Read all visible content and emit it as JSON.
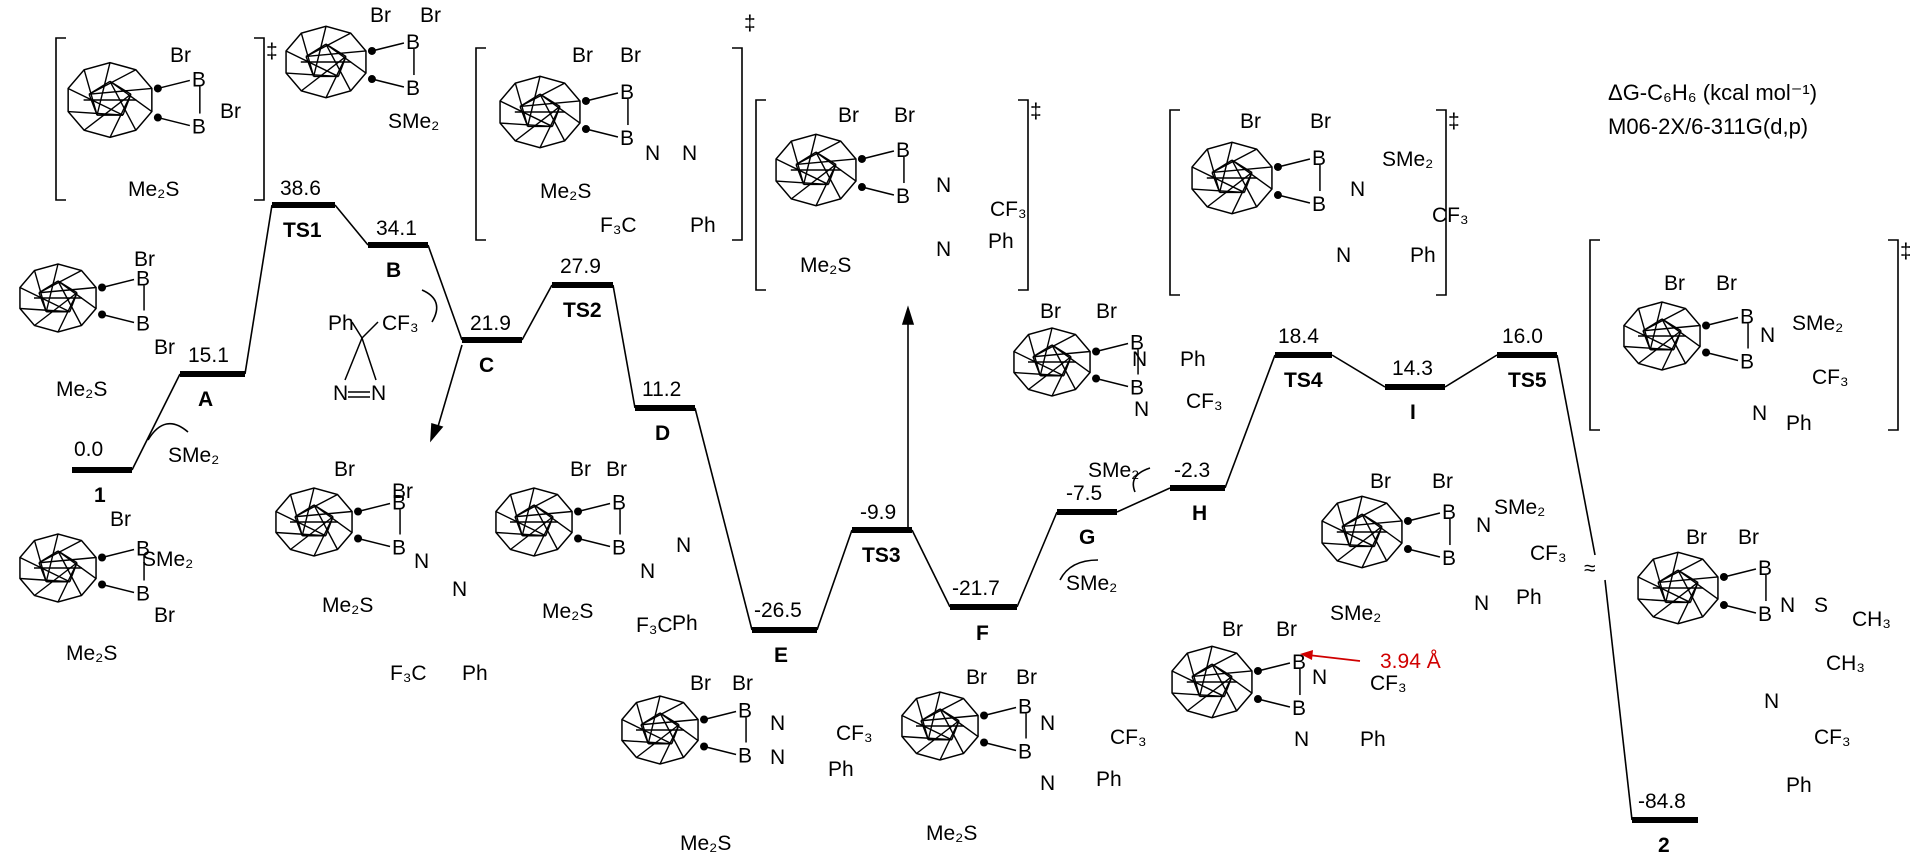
{
  "header": {
    "method_line1": "ΔG-C₆H₆ (kcal mol⁻¹)",
    "method_line2": "M06-2X/6-311G(d,p)"
  },
  "levels": [
    {
      "name": "1",
      "energy": "0.0"
    },
    {
      "name": "A",
      "energy": "15.1"
    },
    {
      "name": "TS1",
      "energy": "38.6"
    },
    {
      "name": "B",
      "energy": "34.1"
    },
    {
      "name": "C",
      "energy": "21.9"
    },
    {
      "name": "TS2",
      "energy": "27.9"
    },
    {
      "name": "D",
      "energy": "11.2"
    },
    {
      "name": "E",
      "energy": "-26.5"
    },
    {
      "name": "TS3",
      "energy": "-9.9"
    },
    {
      "name": "F",
      "energy": "-21.7"
    },
    {
      "name": "G",
      "energy": "-7.5"
    },
    {
      "name": "H",
      "energy": "-2.3"
    },
    {
      "name": "TS4",
      "energy": "18.4"
    },
    {
      "name": "I",
      "energy": "14.3"
    },
    {
      "name": "TS5",
      "energy": "16.0"
    },
    {
      "name": "2",
      "energy": "-84.8"
    }
  ],
  "reagents": {
    "sme2_1": "SMe₂",
    "sme2_2": "SMe₂",
    "sme2_3": "SMe₂",
    "sme2_4": "SMe₂"
  },
  "atoms": {
    "br": "Br",
    "b": "B",
    "n": "N",
    "ph": "Ph",
    "cf3": "CF₃",
    "f3c": "F₃C",
    "me2s": "Me₂S",
    "sme2": "SMe₂",
    "ch3": "CH₃",
    "s": "S"
  },
  "annotations": {
    "distance": "3.94 Å",
    "dagger": "‡",
    "break_mark": "≈"
  },
  "colors": {
    "annotation_red": "#d00000"
  }
}
